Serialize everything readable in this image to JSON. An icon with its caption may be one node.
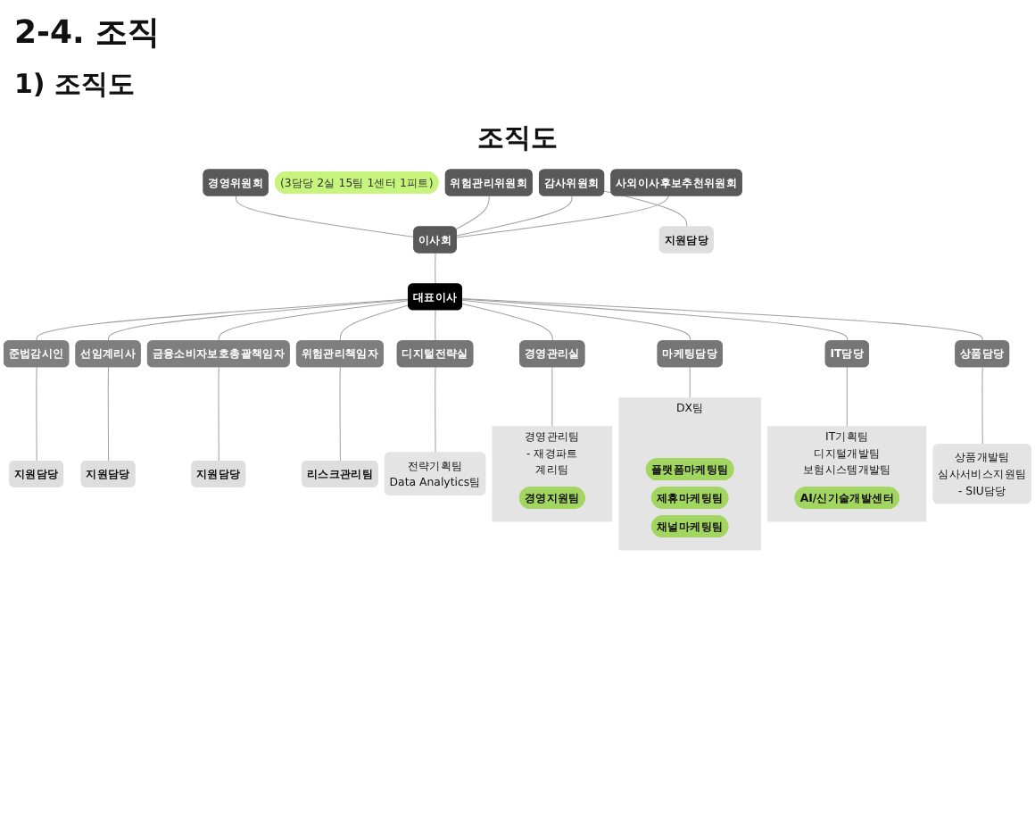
{
  "diagram": {
    "title": "조직도",
    "nodes": [
      {
        "text": [
          "경영위원회"
        ]
      },
      {
        "text": [
          "이사회"
        ]
      },
      {
        "text": [
          "(3담당 2실 15팀 1센터 1피트)"
        ]
      },
      {
        "text": [
          "위험관리위원회"
        ]
      },
      {
        "text": [
          "대표이사"
        ]
      },
      {
        "text": [
          "지원담당"
        ]
      },
      {
        "text": [
          "감사위원회"
        ]
      },
      {
        "text": [
          "준법감시인"
        ]
      },
      {
        "text": [
          "지원담당"
        ]
      },
      {
        "text": [
          "사외이사후보추천위원회"
        ]
      },
      {
        "text": [
          "선임계리사"
        ]
      },
      {
        "text": [
          "지원담당"
        ]
      },
      {
        "text": [
          "금융소비자보호총괄책임자"
        ]
      },
      {
        "text": [
          "지원담당"
        ]
      },
      {
        "text": [
          "위험관리책임자"
        ]
      },
      {
        "text": [
          "리스크관리팀"
        ]
      },
      {
        "text": [
          "디지털전략실"
        ]
      },
      {
        "text": [
          "경영관리실"
        ]
      },
      {
        "text": [
          "마케팅담당"
        ]
      },
      {
        "text": [
          "IT담당"
        ]
      },
      {
        "text": [
          "상품담당"
        ]
      },
      {
        "text": [
          "전략기획팀",
          "Data Analytics팀"
        ]
      },
      {
        "text": [
          "경영관리팀",
          "- 재경파트",
          "계리팀"
        ]
      },
      {
        "text": [
          "경영지원팀"
        ],
        "in": 22
      },
      {
        "text": [
          "DX팀"
        ]
      },
      {
        "text": [
          "플랫폼마케팅팀"
        ],
        "in": 24
      },
      {
        "text": [
          "제휴마케팅팀"
        ],
        "in": 24
      },
      {
        "text": [
          "채널마케팅팀"
        ],
        "in": 24
      },
      {
        "text": [
          "IT기획팀",
          "디지털개발팀",
          "보험시스템개발팀"
        ]
      },
      {
        "text": [
          "AI/신기술개발센터"
        ],
        "in": 28
      },
      {
        "text": [
          "상품개발팀",
          "심사서비스지원팀",
          "- SIU담당"
        ]
      }
    ],
    "edges": [
      {
        "from": 0,
        "to": 1,
        "arrow": "none"
      },
      {
        "from": 3,
        "to": 1,
        "arrow": "none"
      },
      {
        "from": 6,
        "to": 1,
        "arrow": "none"
      },
      {
        "from": 9,
        "to": 1,
        "arrow": "none"
      },
      {
        "from": 6,
        "to": 5,
        "arrow": "none"
      },
      {
        "from": 1,
        "to": 4,
        "arrow": "none"
      },
      {
        "from": 4,
        "to": 7,
        "arrow": "none"
      },
      {
        "from": 7,
        "to": 8,
        "arrow": "none"
      },
      {
        "from": 4,
        "to": 10,
        "arrow": "none"
      },
      {
        "from": 10,
        "to": 11,
        "arrow": "none"
      },
      {
        "from": 4,
        "to": 12,
        "arrow": "none"
      },
      {
        "from": 12,
        "to": 13,
        "arrow": "none"
      },
      {
        "from": 4,
        "to": 14,
        "arrow": "none"
      },
      {
        "from": 14,
        "to": 15,
        "arrow": "none"
      },
      {
        "from": 4,
        "to": 16,
        "arrow": "none"
      },
      {
        "from": 4,
        "to": 17,
        "arrow": "none"
      },
      {
        "from": 4,
        "to": 18,
        "arrow": "none"
      },
      {
        "from": 4,
        "to": 19,
        "arrow": "none"
      },
      {
        "from": 4,
        "to": 20,
        "arrow": "none"
      },
      {
        "from": 16,
        "to": 21,
        "arrow": "none"
      },
      {
        "from": 17,
        "to": 22,
        "arrow": "none"
      },
      {
        "from": 18,
        "to": 24,
        "arrow": "none"
      },
      {
        "from": 19,
        "to": 28,
        "arrow": "none"
      },
      {
        "from": 20,
        "to": 30,
        "arrow": "none"
      }
    ],
    "labels": [
      "2-4. 조직",
      "1) 조직도"
    ]
  }
}
